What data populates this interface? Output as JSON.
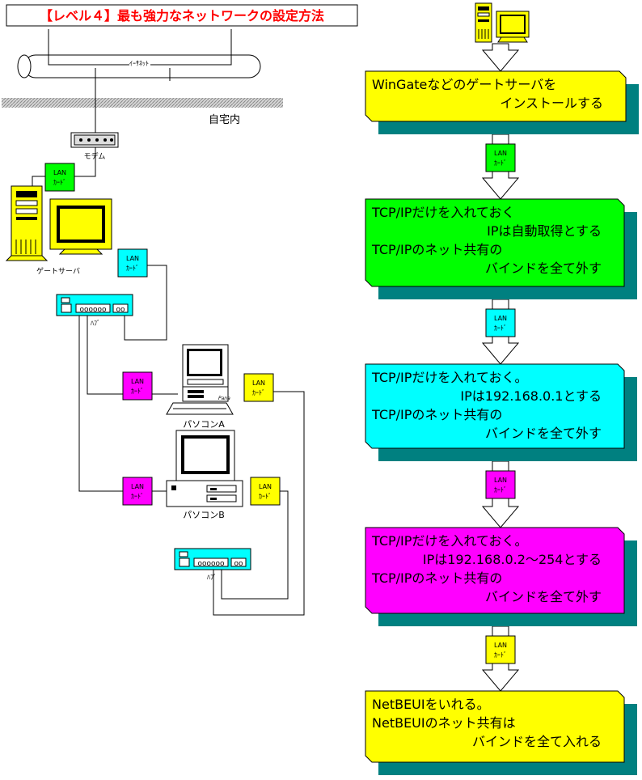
{
  "title": "【レベル４】最も強力なネットワークの設定方法",
  "colors": {
    "yellow": "#ffff00",
    "green": "#00ff00",
    "cyan": "#00ffff",
    "magenta": "#ff00ff",
    "teal": "#008080",
    "red": "#ff0000"
  },
  "labels": {
    "ethernet": "ｲｰｻﾈｯﾄ",
    "home": "自宅内",
    "modem": "モデム",
    "gateway": "ゲートサーバ",
    "hub": "ﾊﾌﾞ",
    "pc_a": "パソコンA",
    "pc_b": "パソコンB",
    "lan_line1": "LAN",
    "lan_line2": "ｶｰﾄﾞ",
    "monitor_brand": "Pana"
  },
  "steps": [
    {
      "color": "yellow",
      "lines": [
        "WinGateなどのゲートサーバを",
        "インストールする"
      ]
    },
    {
      "color": "green",
      "lines": [
        "TCP/IPだけを入れておく",
        "IPは自動取得とする",
        "TCP/IPのネット共有の",
        "バインドを全て外す"
      ]
    },
    {
      "color": "cyan",
      "lines": [
        "TCP/IPだけを入れておく。",
        "IPは192.168.0.1とする",
        "TCP/IPのネット共有の",
        "バインドを全て外す"
      ]
    },
    {
      "color": "magenta",
      "lines": [
        "TCP/IPだけを入れておく。",
        "IPは192.168.0.2～254とする",
        "TCP/IPのネット共有の",
        "バインドを全て外す"
      ]
    },
    {
      "color": "yellow",
      "lines": [
        "NetBEUIをいれる。",
        "NetBEUIのネット共有は",
        "バインドを全て入れる"
      ]
    }
  ],
  "arrow_cards": [
    "green",
    "cyan",
    "magenta",
    "yellow"
  ]
}
